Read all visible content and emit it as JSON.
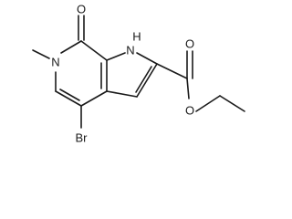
{
  "molecule": {
    "atoms": {
      "carbonyl_oxygen": "O",
      "methyl_nitrogen": "N",
      "pyrrole_nh": "H",
      "pyrrole_n": "N",
      "bromine": "Br",
      "ester_carbonyl_oxygen": "O",
      "ester_oxygen": "O"
    }
  }
}
